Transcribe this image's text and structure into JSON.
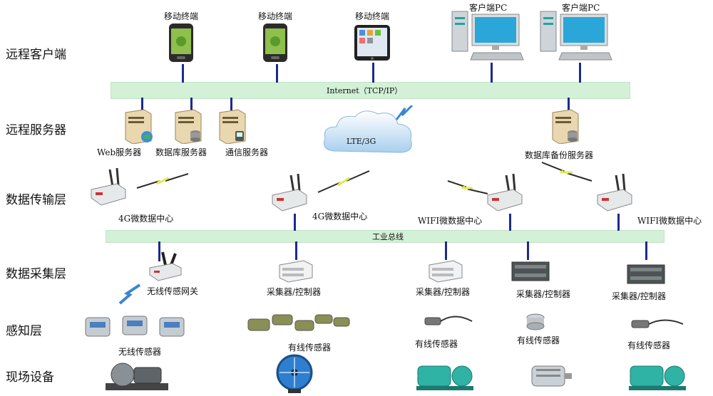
{
  "layers": {
    "remote_client": "远程客户端",
    "remote_server": "远程服务器",
    "data_transfer": "数据传输层",
    "data_acquisition": "数据采集层",
    "perception": "感知层",
    "field_devices": "现场设备"
  },
  "clients": {
    "mobile_1": "移动终端",
    "mobile_2": "移动终端",
    "mobile_3": "移动终端",
    "pc_1": "客户端PC",
    "pc_2": "客户端PC"
  },
  "internet_bus": "Internet（TCP/IP）",
  "servers": {
    "web": "Web服务器",
    "database": "数据库服务器",
    "comm": "通信服务器",
    "backup": "数据库备份服务器"
  },
  "cloud": "LTE/3G",
  "transfer_nodes": {
    "node_1": "4G微数据中心",
    "node_2": "4G微数据中心",
    "node_3": "WIFI微数据中心",
    "node_4": "WIFI微数据中心"
  },
  "industrial_bus": "工业总线",
  "acquisition": {
    "gateway": "无线传感网关",
    "collector_1": "采集器/控制器",
    "collector_2": "采集器/控制器",
    "collector_3": "采集器/控制器",
    "collector_4": "采集器/控制器"
  },
  "sensors": {
    "wireless": "无线传感器",
    "wired_1": "有线传感器",
    "wired_2": "有线传感器",
    "wired_3": "有线传感器",
    "wired_4": "有线传感器"
  },
  "colors": {
    "bus": "#d2f1d6",
    "link": "#1c2a8f",
    "zigzag": "#e8e84a"
  }
}
